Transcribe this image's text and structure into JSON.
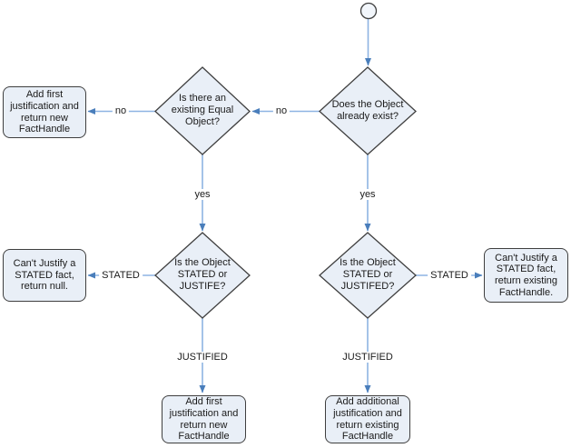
{
  "colors": {
    "background": "#ffffff",
    "text": "#1a1a1a",
    "node_fill": "#e9eff7",
    "node_border": "#3f3f3f",
    "start_fill": "#f2f6fb",
    "connector_line": "#8eb4e3",
    "connector_arrow": "#4a7ebb"
  },
  "nodes": {
    "start": {
      "type": "start-circle",
      "label": ""
    },
    "does_object_exist": {
      "type": "decision",
      "label": "Does the Object already exist?"
    },
    "existing_equal_object": {
      "type": "decision",
      "label": "Is there an existing Equal Object?"
    },
    "stated_or_justife": {
      "type": "decision",
      "label": "Is the Object STATED or JUSTIFE?"
    },
    "stated_or_justifed": {
      "type": "decision",
      "label": "Is the Object STATED or JUSTIFED?"
    },
    "add_first_justification_new": {
      "type": "process",
      "label": "Add first justification and return new FactHandle"
    },
    "cant_justify_return_null": {
      "type": "process",
      "label": "Can't Justify a STATED fact, return null."
    },
    "cant_justify_return_existing": {
      "type": "process",
      "label": "Can't Justify a STATED fact, return existing FactHandle."
    },
    "add_first_justification_bottom": {
      "type": "process",
      "label": "Add first justification and return new FactHandle"
    },
    "add_additional_justification": {
      "type": "process",
      "label": "Add additional justification and return existing FactHandle"
    }
  },
  "edges": [
    {
      "from": "start",
      "to": "does_object_exist",
      "label": ""
    },
    {
      "from": "does_object_exist",
      "to": "existing_equal_object",
      "label": "no"
    },
    {
      "from": "existing_equal_object",
      "to": "add_first_justification_new",
      "label": "no"
    },
    {
      "from": "existing_equal_object",
      "to": "stated_or_justife",
      "label": "yes"
    },
    {
      "from": "does_object_exist",
      "to": "stated_or_justifed",
      "label": "yes"
    },
    {
      "from": "stated_or_justife",
      "to": "cant_justify_return_null",
      "label": "STATED"
    },
    {
      "from": "stated_or_justifed",
      "to": "cant_justify_return_existing",
      "label": "STATED"
    },
    {
      "from": "stated_or_justife",
      "to": "add_first_justification_bottom",
      "label": "JUSTIFIED"
    },
    {
      "from": "stated_or_justifed",
      "to": "add_additional_justification",
      "label": "JUSTIFIED"
    }
  ]
}
